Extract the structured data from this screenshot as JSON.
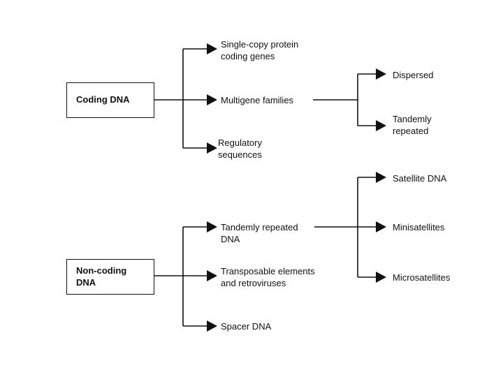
{
  "coding": {
    "box_label": "Coding DNA",
    "single_copy": "Single-copy protein\ncoding genes",
    "multigene": "Multigene families",
    "regulatory": "Regulatory\nsequences",
    "dispersed": "Dispersed",
    "tandemly_repeated": "Tandemly\nrepeated"
  },
  "noncoding": {
    "box_label": "Non-coding\nDNA",
    "tandem": "Tandemly repeated\nDNA",
    "transposable": "Transposable elements\nand retroviruses",
    "spacer": "Spacer DNA",
    "satellite": "Satellite DNA",
    "minisatellites": "Minisatellites",
    "microsatellites": "Microsatellites"
  }
}
